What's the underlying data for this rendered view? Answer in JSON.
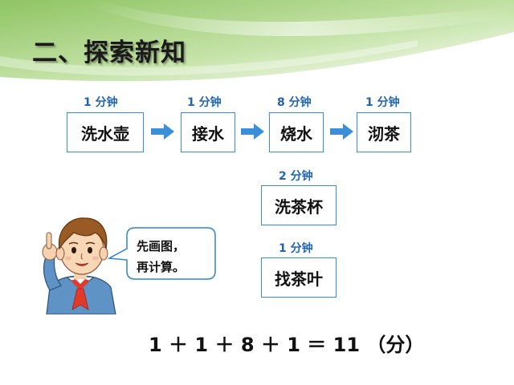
{
  "slide": {
    "title": "二、探索新知",
    "colors": {
      "banner_green": "#a9d283",
      "box_border": "#3a8fd0",
      "time_text": "#1f63b5",
      "arrow": "#3b8fd9"
    }
  },
  "flow": {
    "steps": [
      {
        "time": "1 分钟",
        "label": "洗水壶"
      },
      {
        "time": "1 分钟",
        "label": "接水"
      },
      {
        "time": "8 分钟",
        "label": "烧水"
      },
      {
        "time": "1 分钟",
        "label": "沏茶"
      }
    ],
    "parallel": [
      {
        "time": "2 分钟",
        "label": "洗茶杯"
      },
      {
        "time": "1 分钟",
        "label": "找茶叶"
      }
    ]
  },
  "speech": {
    "line1": "先画图，",
    "line2": "再计算。"
  },
  "equation": "1 ＋ 1 ＋ 8 ＋ 1 ＝ 11 （分）"
}
